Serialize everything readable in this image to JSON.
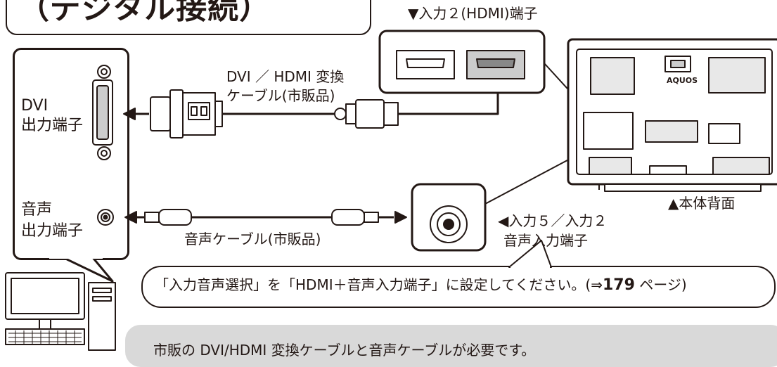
{
  "title": "（デジタル接続）",
  "hdmi_port_label": "▼入力２(HDMI)端子",
  "pc": {
    "dvi_out_line1": "DVI",
    "dvi_out_line2": "出力端子",
    "audio_out_line1": "音声",
    "audio_out_line2": "出力端子"
  },
  "cables": {
    "dvi_hdmi_line1": "DVI ／ HDMI 変換",
    "dvi_hdmi_line2": "ケーブル(市販品)",
    "audio_cable": "音声ケーブル(市販品)"
  },
  "audio_port_label_line1": "◀入力５／入力２",
  "audio_port_label_line2": "音声入力端子",
  "tv": {
    "logo": "AQUOS",
    "back_label": "▲本体背面"
  },
  "note": {
    "prefix": "「入力音声選択」を「HDMI＋音声入力端子」に設定してください。(⇒",
    "page": "179",
    "suffix": " ページ)"
  },
  "bottom_note": "市販の DVI/HDMI 変換ケーブルと音声ケーブルが必要です。"
}
